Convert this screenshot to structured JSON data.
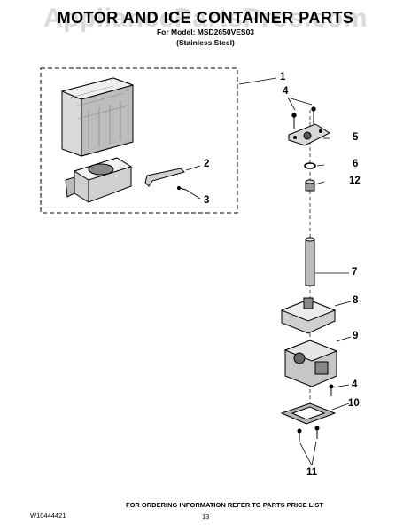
{
  "watermark": "AppliancePartsPros.com",
  "header": {
    "title": "MOTOR AND ICE CONTAINER PARTS",
    "model_line": "For Model: MSD2650VES03",
    "variant": "(Stainless Steel)"
  },
  "callouts": [
    "1",
    "4",
    "5",
    "6",
    "12",
    "2",
    "3",
    "7",
    "8",
    "9",
    "4",
    "10",
    "11"
  ],
  "footer": {
    "doc_number": "W10444421",
    "ordering_info": "FOR ORDERING INFORMATION REFER TO PARTS PRICE LIST",
    "page_number": "13"
  },
  "colors": {
    "line": "#000000",
    "shade": "#9a9a9a",
    "dark": "#4a4a4a"
  }
}
